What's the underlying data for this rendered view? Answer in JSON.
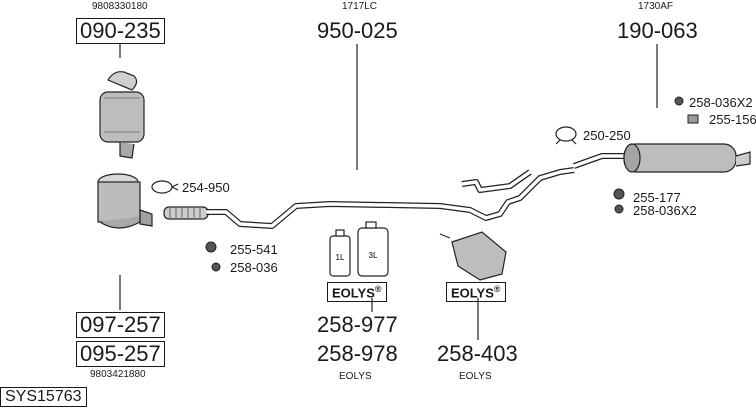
{
  "refs": {
    "top_left": "9808330180",
    "top_mid": "1717LC",
    "top_right": "1730AF",
    "bottom_left": "9803421880",
    "eolys_1": "EOLYS",
    "eolys_2": "EOLYS"
  },
  "parts": {
    "p090_235": "090-235",
    "p950_025": "950-025",
    "p190_063": "190-063",
    "p097_257": "097-257",
    "p095_257": "095-257",
    "p258_977": "258-977",
    "p258_978": "258-978",
    "p258_403": "258-403"
  },
  "small_parts": {
    "p254_950": "254-950",
    "p255_541": "255-541",
    "p258_036": "258-036",
    "p250_250": "250-250",
    "p258_036X2_top": "258-036X2",
    "p255_156": "255-156",
    "p255_177": "255-177",
    "p258_036X2_bot": "258-036X2"
  },
  "eolys_brand": "EOLYS",
  "eolys_mark": "®",
  "bottle_labels": {
    "small": "1L",
    "large": "3L"
  },
  "system_id": "SYS15763"
}
